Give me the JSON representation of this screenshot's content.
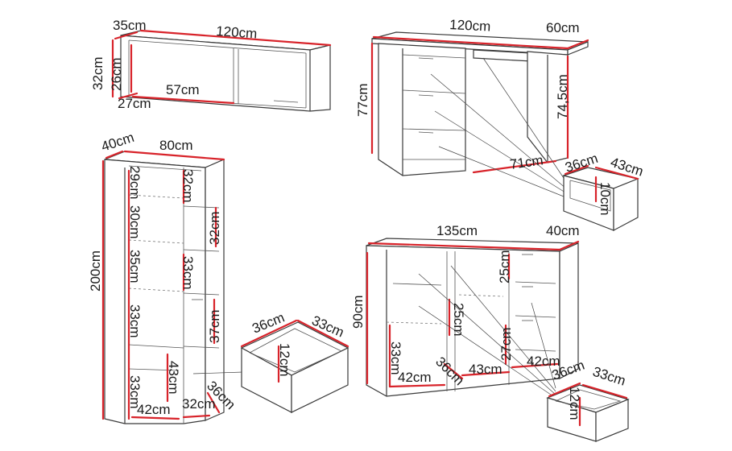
{
  "labels": {
    "shelf_depth": "35cm",
    "shelf_width": "120cm",
    "shelf_height": "32cm",
    "shelf_inner_height": "26cm",
    "shelf_inner_depth": "27cm",
    "shelf_compartment": "57cm",
    "desk_width": "120cm",
    "desk_depth": "60cm",
    "desk_height": "77cm",
    "desk_leg_height": "74,5cm",
    "desk_knee_width": "71cm",
    "desk_drawer_depth": "36cm",
    "desk_drawer_width": "43cm",
    "desk_drawer_height": "10cm",
    "tall_depth": "40cm",
    "tall_width": "80cm",
    "tall_height": "200cm",
    "tall_s1": "29cm",
    "tall_s2": "30cm",
    "tall_s3": "35cm",
    "tall_s4": "33cm",
    "tall_s5": "33cm",
    "tall_r1": "32cm",
    "tall_r2": "32cm",
    "tall_r3": "33cm",
    "tall_r4": "37cm",
    "tall_door": "43cm",
    "tall_bottom_left": "42cm",
    "tall_bottom_right": "32cm",
    "tall_bottom_depth": "36cm",
    "tall_drawer_depth": "36cm",
    "tall_drawer_width": "33cm",
    "tall_drawer_height": "12cm",
    "chest_width": "135cm",
    "chest_depth": "40cm",
    "chest_height": "90cm",
    "chest_top_right": "25cm",
    "chest_mid": "25cm",
    "chest_left_low": "33cm",
    "chest_right_low": "27cm",
    "chest_w1": "42cm",
    "chest_d1": "36cm",
    "chest_w2": "43cm",
    "chest_w3": "42cm",
    "chest_drawer_depth": "36cm",
    "chest_drawer_width": "33cm",
    "chest_drawer_height": "12cm"
  }
}
